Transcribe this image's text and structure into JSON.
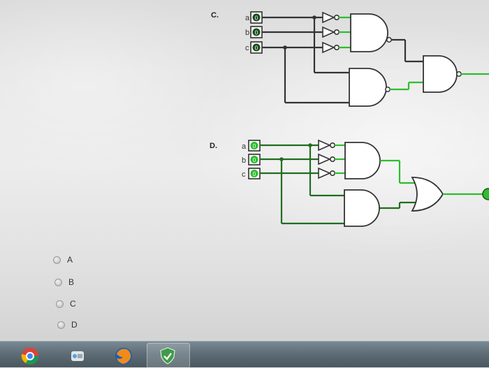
{
  "circuit_c": {
    "label": "C.",
    "inputs": [
      "a",
      "b",
      "c"
    ],
    "input_value": "0"
  },
  "circuit_d": {
    "label": "D.",
    "inputs": [
      "a",
      "b",
      "c"
    ],
    "input_value": "0"
  },
  "answer_options": [
    "A",
    "B",
    "C",
    "D"
  ],
  "colors": {
    "wire_off": "#333333",
    "wire_on_dark": "#1f6e1f",
    "wire_on_light": "#2ebd2e",
    "input_box": "#1d4d1d"
  },
  "taskbar": {
    "icons": [
      "chrome-icon",
      "app-icon",
      "firefox-icon",
      "shield-icon"
    ]
  }
}
